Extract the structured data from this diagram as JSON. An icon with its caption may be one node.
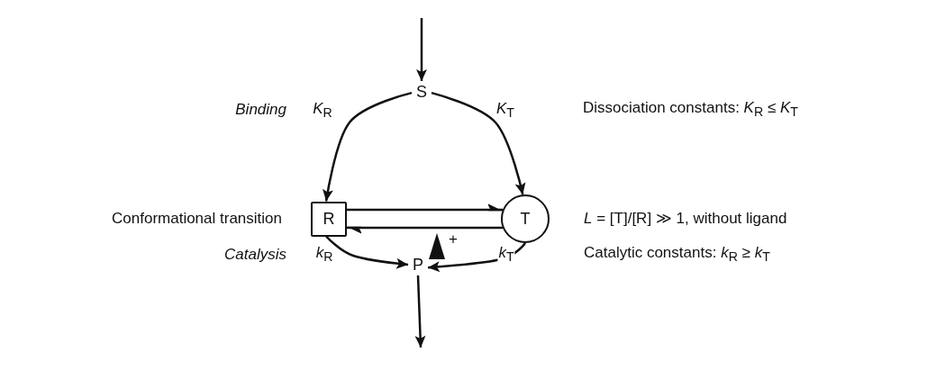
{
  "diagram": {
    "nodes": [
      {
        "text": [
          "S"
        ]
      },
      {
        "text": [
          "R"
        ]
      },
      {
        "text": [
          "T"
        ]
      },
      {
        "text": [
          "P"
        ]
      }
    ],
    "edges": [
      {
        "from": null,
        "to": 0,
        "arrow": "to"
      },
      {
        "from": 0,
        "to": 1,
        "arrow": "to",
        "label": "*K*$_{R}$"
      },
      {
        "from": 0,
        "to": 2,
        "arrow": "to",
        "label": "*K*$_{T}$"
      },
      {
        "from": 1,
        "to": 2,
        "arrow": "to"
      },
      {
        "from": 2,
        "to": 1,
        "arrow": "to"
      },
      {
        "from": 1,
        "to": 3,
        "arrow": "to",
        "label": "*k*$_{R}$"
      },
      {
        "from": 2,
        "to": 3,
        "arrow": "to",
        "label": "*k*$_{T}$"
      },
      {
        "from": 3,
        "to": null,
        "arrow": "to"
      }
    ],
    "labels": [
      "Binding",
      "Dissociation constants: *K*$_{R}$ ≤ *K*$_{T}$",
      "Conformational transition",
      "*L* = [T]/[R] ≫ 1, without ligand",
      "Catalysis",
      "Catalytic constants: *k*$_{R}$ ≥ *k*$_{T}$",
      "+"
    ]
  }
}
